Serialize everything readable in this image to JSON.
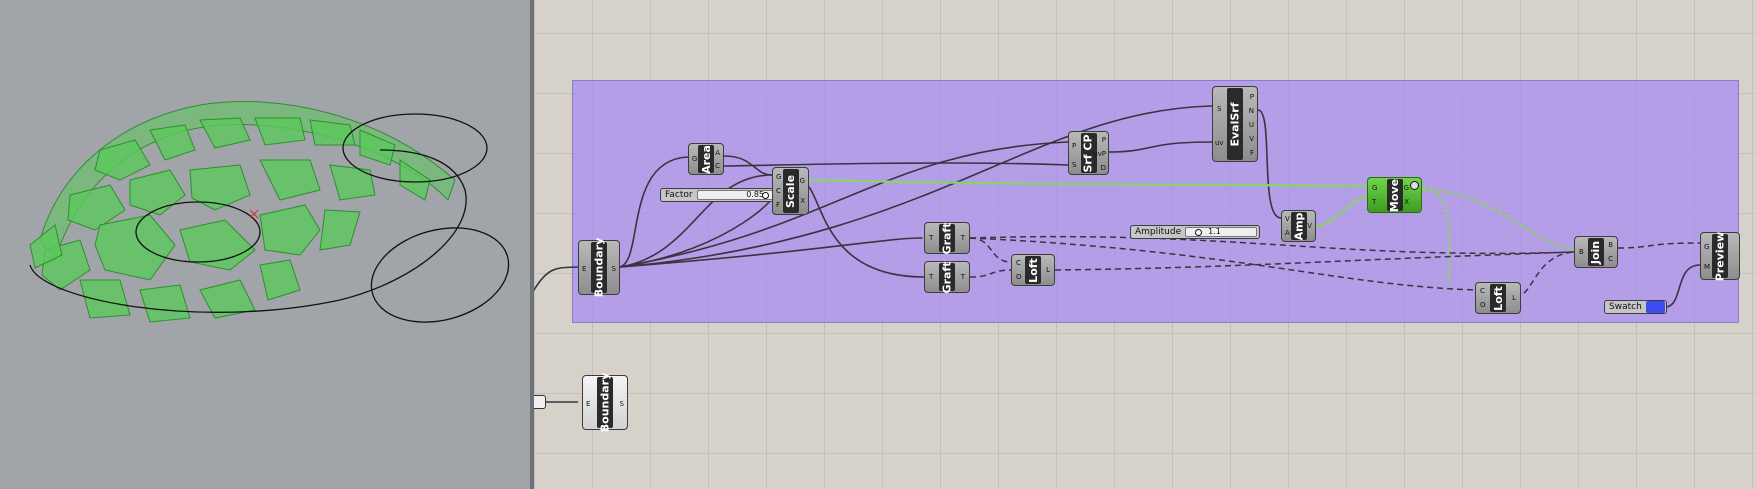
{
  "viewport": {
    "colors": {
      "background": "#a1a4a8",
      "panel_fill": "#5bc85b",
      "panel_stroke": "#2e8f2e"
    }
  },
  "canvas": {
    "colors": {
      "background": "#d6d2c9",
      "group": "#a88cf0",
      "selected": "#5cc235",
      "swatch": "#3d4bf0"
    },
    "components": {
      "boundary_main": {
        "label": "Boundary",
        "inputs": [
          "E"
        ],
        "outputs": [
          "S"
        ]
      },
      "area": {
        "label": "Area",
        "inputs": [
          "G"
        ],
        "outputs": [
          "A",
          "C"
        ]
      },
      "scale": {
        "label": "Scale",
        "inputs": [
          "G",
          "C",
          "F"
        ],
        "outputs": [
          "G",
          "X"
        ]
      },
      "srf_cp": {
        "label": "Srf CP",
        "inputs": [
          "P",
          "S"
        ],
        "outputs": [
          "P",
          "uvP",
          "D"
        ]
      },
      "evalsrf": {
        "label": "EvalSrf",
        "inputs": [
          "S",
          "uv"
        ],
        "outputs": [
          "P",
          "N",
          "U",
          "V",
          "F"
        ]
      },
      "graft_1": {
        "label": "Graft",
        "inputs": [
          "T"
        ],
        "outputs": [
          "T"
        ]
      },
      "graft_2": {
        "label": "Graft",
        "inputs": [
          "T"
        ],
        "outputs": [
          "T"
        ]
      },
      "loft_1": {
        "label": "Loft",
        "inputs": [
          "C",
          "O"
        ],
        "outputs": [
          "L"
        ]
      },
      "amp": {
        "label": "Amp",
        "inputs": [
          "V",
          "A"
        ],
        "outputs": [
          "V"
        ]
      },
      "move": {
        "label": "Move",
        "inputs": [
          "G",
          "T"
        ],
        "outputs": [
          "G",
          "X"
        ]
      },
      "join": {
        "label": "Join",
        "inputs": [
          "B"
        ],
        "outputs": [
          "B",
          "C"
        ]
      },
      "loft_2": {
        "label": "Loft",
        "inputs": [
          "C",
          "O"
        ],
        "outputs": [
          "L"
        ]
      },
      "preview": {
        "label": "Preview",
        "inputs": [
          "G",
          "M"
        ],
        "outputs": []
      },
      "boundary_lone": {
        "label": "Boundary",
        "inputs": [
          "E"
        ],
        "outputs": [
          "S"
        ]
      }
    },
    "sliders": {
      "factor": {
        "label": "Factor",
        "value": "0.85",
        "fraction": 0.85
      },
      "amplitude": {
        "label": "Amplitude",
        "value": "1.1",
        "fraction": 0.15
      }
    },
    "swatch": {
      "label": "Swatch",
      "color": "#3d4bf0"
    }
  }
}
